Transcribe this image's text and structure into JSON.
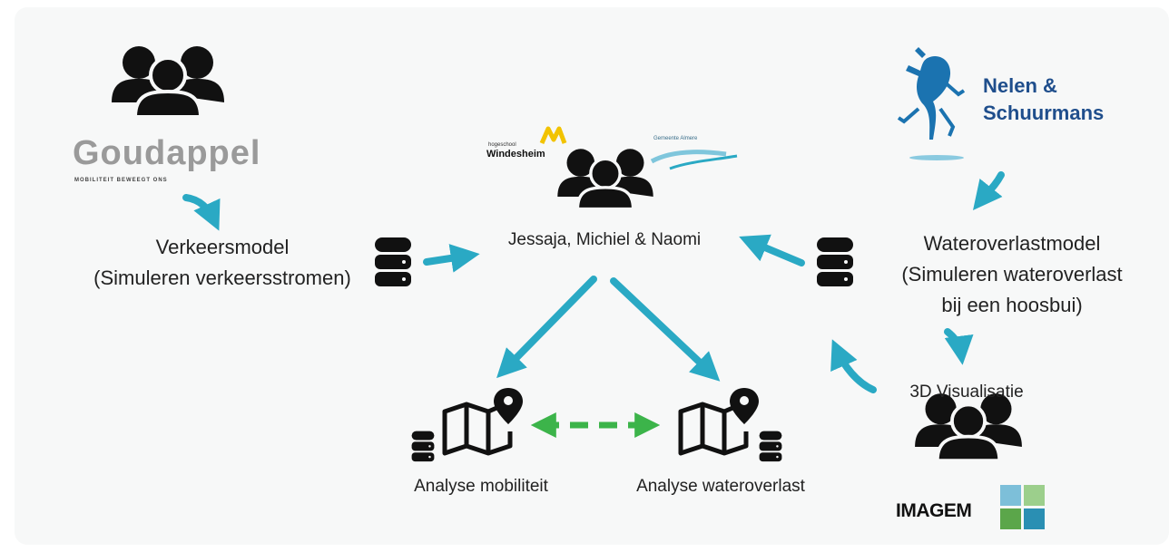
{
  "colors": {
    "arrow": "#2aa9c4",
    "dashed_arrow": "#3cb44a",
    "icon": "#111111",
    "goudappel_logo": "#9a9a9a",
    "nelen_logo": "#1f4e8c",
    "windesheim_accent": "#f2c300"
  },
  "logos": {
    "goudappel": {
      "name": "Goudappel",
      "tagline": "MOBILITEIT BEWEEGT ONS"
    },
    "windesheim": {
      "small": "hogeschool",
      "name": "Windesheim"
    },
    "almere": {
      "name": "Gemeente Almere"
    },
    "nelen": {
      "line1": "Nelen &",
      "line2": "Schuurmans"
    },
    "imagem": {
      "name": "IMAGEM"
    }
  },
  "labels": {
    "verkeersmodel": "Verkeersmodel",
    "verkeersmodel_sub": "(Simuleren verkeersstromen)",
    "team": "Jessaja, Michiel & Naomi",
    "wateroverlastmodel": "Wateroverlastmodel",
    "wateroverlastmodel_sub": "(Simuleren wateroverlast",
    "wateroverlastmodel_sub2": "bij een hoosbui)",
    "visualisatie": "3D Visualisatie",
    "analyse_mobiliteit": "Analyse mobiliteit",
    "analyse_wateroverlast": "Analyse wateroverlast"
  },
  "icons": [
    "people-group-icon",
    "database-icon",
    "map-pin-icon",
    "frog-logo-icon",
    "imagem-squares-icon"
  ]
}
